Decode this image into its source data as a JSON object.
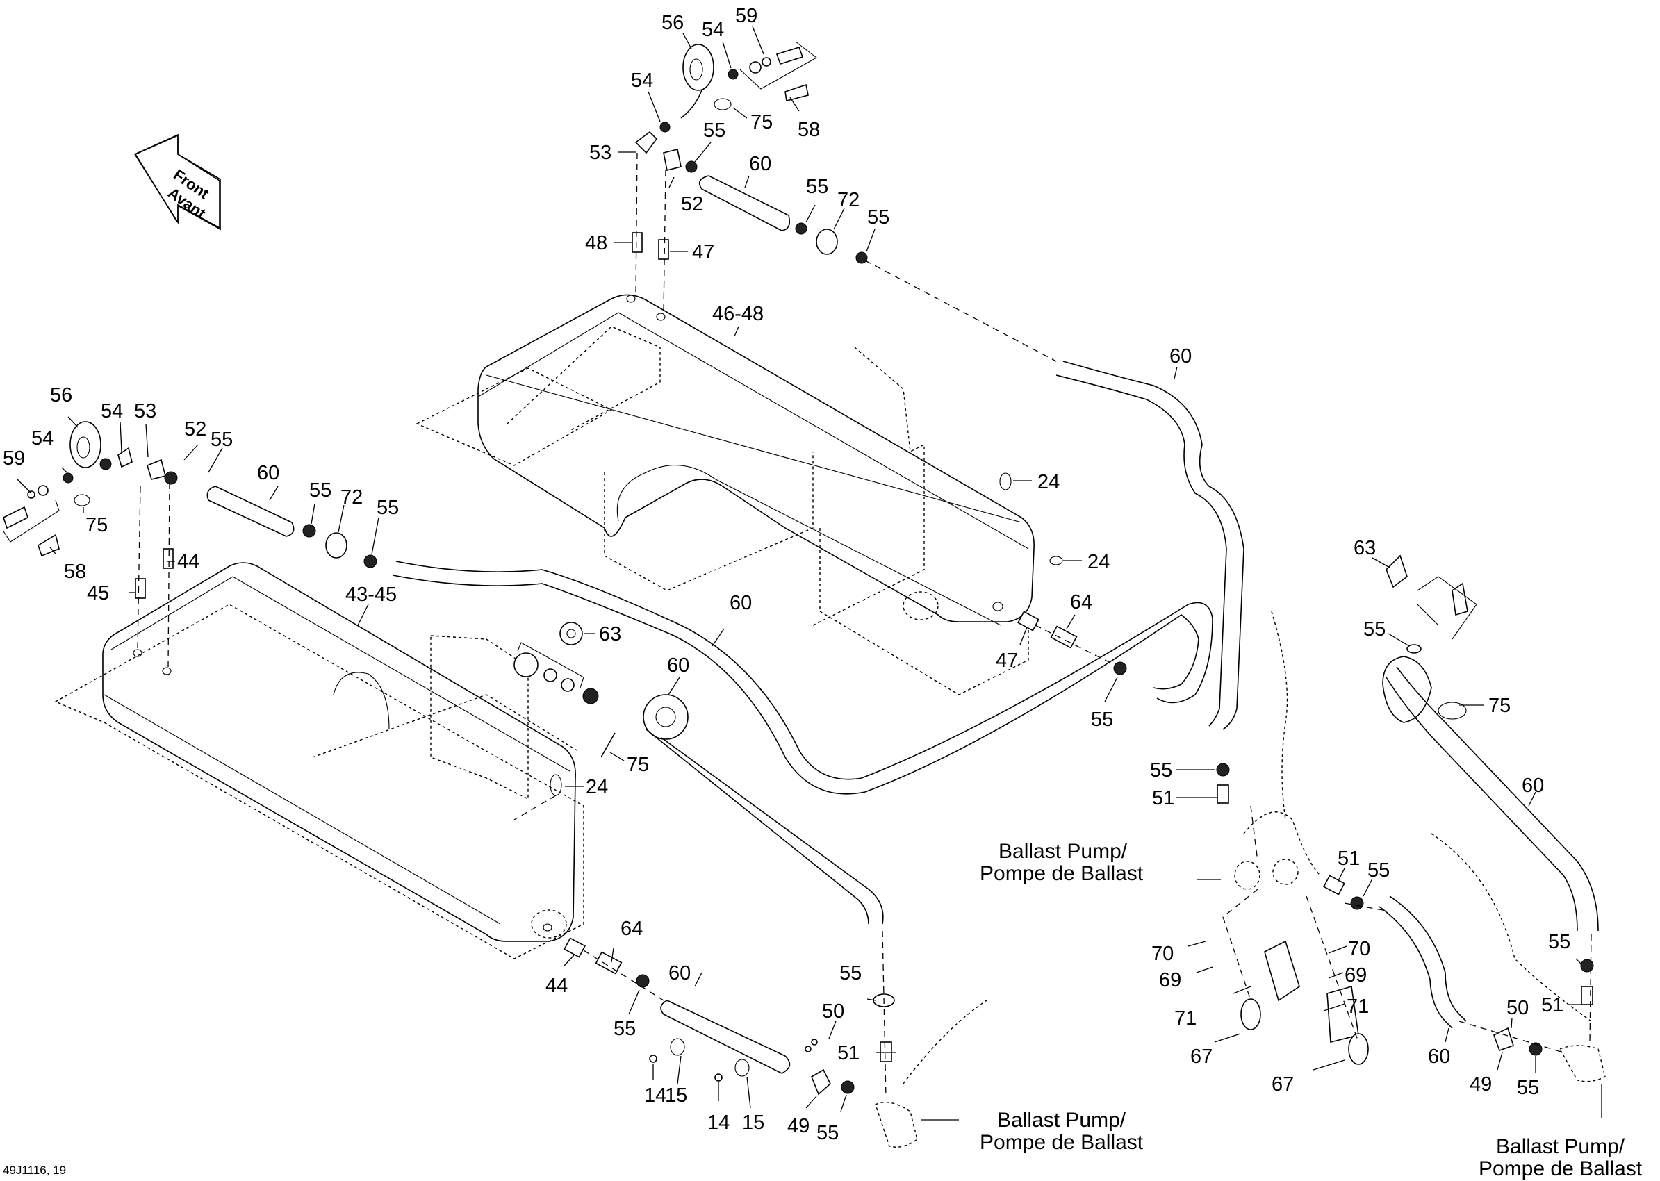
{
  "diagram": {
    "type": "exploded-parts-view",
    "figure_id": "49J1116, 19",
    "orientation_arrow": {
      "line1": "Front",
      "line2": "Avant"
    },
    "assemblies": [
      {
        "name": "rear-upper-tank",
        "label": "46-48"
      },
      {
        "name": "left-lower-tank",
        "label": "43-45"
      }
    ],
    "pump_label": {
      "line1": "Ballast Pump/",
      "line2": "Pompe de Ballast"
    },
    "callouts": [
      {
        "id": "c1",
        "text": "56"
      },
      {
        "id": "c2",
        "text": "54"
      },
      {
        "id": "c3",
        "text": "59"
      },
      {
        "id": "c4",
        "text": "54"
      },
      {
        "id": "c5",
        "text": "75"
      },
      {
        "id": "c6",
        "text": "58"
      },
      {
        "id": "c7",
        "text": "53"
      },
      {
        "id": "c8",
        "text": "55"
      },
      {
        "id": "c9",
        "text": "52"
      },
      {
        "id": "c10",
        "text": "60"
      },
      {
        "id": "c11",
        "text": "55"
      },
      {
        "id": "c12",
        "text": "72"
      },
      {
        "id": "c13",
        "text": "55"
      },
      {
        "id": "c14",
        "text": "48"
      },
      {
        "id": "c15",
        "text": "47"
      },
      {
        "id": "c16",
        "text": "46-48"
      },
      {
        "id": "c17",
        "text": "60"
      },
      {
        "id": "c18",
        "text": "24"
      },
      {
        "id": "c19",
        "text": "24"
      },
      {
        "id": "c20",
        "text": "47"
      },
      {
        "id": "c21",
        "text": "64"
      },
      {
        "id": "c22",
        "text": "55"
      },
      {
        "id": "c23",
        "text": "56"
      },
      {
        "id": "c24",
        "text": "54"
      },
      {
        "id": "c25",
        "text": "53"
      },
      {
        "id": "c26",
        "text": "54"
      },
      {
        "id": "c27",
        "text": "52"
      },
      {
        "id": "c28",
        "text": "55"
      },
      {
        "id": "c29",
        "text": "59"
      },
      {
        "id": "c30",
        "text": "75"
      },
      {
        "id": "c31",
        "text": "58"
      },
      {
        "id": "c32",
        "text": "60"
      },
      {
        "id": "c33",
        "text": "55"
      },
      {
        "id": "c34",
        "text": "72"
      },
      {
        "id": "c35",
        "text": "55"
      },
      {
        "id": "c36",
        "text": "44"
      },
      {
        "id": "c37",
        "text": "45"
      },
      {
        "id": "c38",
        "text": "43-45"
      },
      {
        "id": "c39",
        "text": "60"
      },
      {
        "id": "c40",
        "text": "63"
      },
      {
        "id": "c41",
        "text": "60"
      },
      {
        "id": "c42",
        "text": "75"
      },
      {
        "id": "c43",
        "text": "24"
      },
      {
        "id": "c44",
        "text": "64"
      },
      {
        "id": "c45",
        "text": "44"
      },
      {
        "id": "c46",
        "text": "55"
      },
      {
        "id": "c47",
        "text": "60"
      },
      {
        "id": "c48",
        "text": "14"
      },
      {
        "id": "c49",
        "text": "15"
      },
      {
        "id": "c50",
        "text": "14"
      },
      {
        "id": "c51",
        "text": "15"
      },
      {
        "id": "c52",
        "text": "50"
      },
      {
        "id": "c53",
        "text": "55"
      },
      {
        "id": "c54",
        "text": "51"
      },
      {
        "id": "c55",
        "text": "49"
      },
      {
        "id": "c56",
        "text": "55"
      },
      {
        "id": "c57",
        "text": "63"
      },
      {
        "id": "c58",
        "text": "55"
      },
      {
        "id": "c59",
        "text": "75"
      },
      {
        "id": "c60",
        "text": "60"
      },
      {
        "id": "c61",
        "text": "55"
      },
      {
        "id": "c62",
        "text": "51"
      },
      {
        "id": "c63",
        "text": "51"
      },
      {
        "id": "c64",
        "text": "55"
      },
      {
        "id": "c65",
        "text": "70"
      },
      {
        "id": "c66",
        "text": "69"
      },
      {
        "id": "c67",
        "text": "71"
      },
      {
        "id": "c68",
        "text": "67"
      },
      {
        "id": "c69",
        "text": "70"
      },
      {
        "id": "c70",
        "text": "69"
      },
      {
        "id": "c71",
        "text": "71"
      },
      {
        "id": "c72",
        "text": "67"
      },
      {
        "id": "c73",
        "text": "60"
      },
      {
        "id": "c74",
        "text": "55"
      },
      {
        "id": "c75",
        "text": "51"
      },
      {
        "id": "c76",
        "text": "50"
      },
      {
        "id": "c77",
        "text": "49"
      },
      {
        "id": "c78",
        "text": "55"
      }
    ]
  }
}
